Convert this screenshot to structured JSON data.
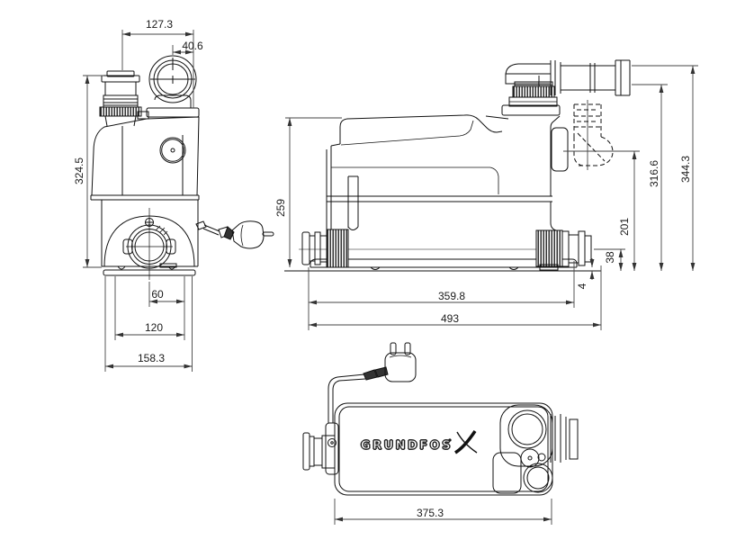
{
  "front_view": {
    "dim_total_width": "127.3",
    "dim_outlet_offset": "40.6",
    "dim_height": "324.5",
    "dim_center_to_hole": "60",
    "dim_hole_spacing": "120",
    "dim_base_width": "158.3"
  },
  "side_view": {
    "dim_tank_height": "259",
    "dim_discharge_height": "316.6",
    "dim_total_height": "344.3",
    "dim_inlet_height": "201",
    "dim_drain_height": "38",
    "dim_base_gap": "4",
    "dim_body_length": "359.8",
    "dim_total_length": "493"
  },
  "top_view": {
    "dim_length": "375.3",
    "brand": "GRUNDFOS"
  }
}
